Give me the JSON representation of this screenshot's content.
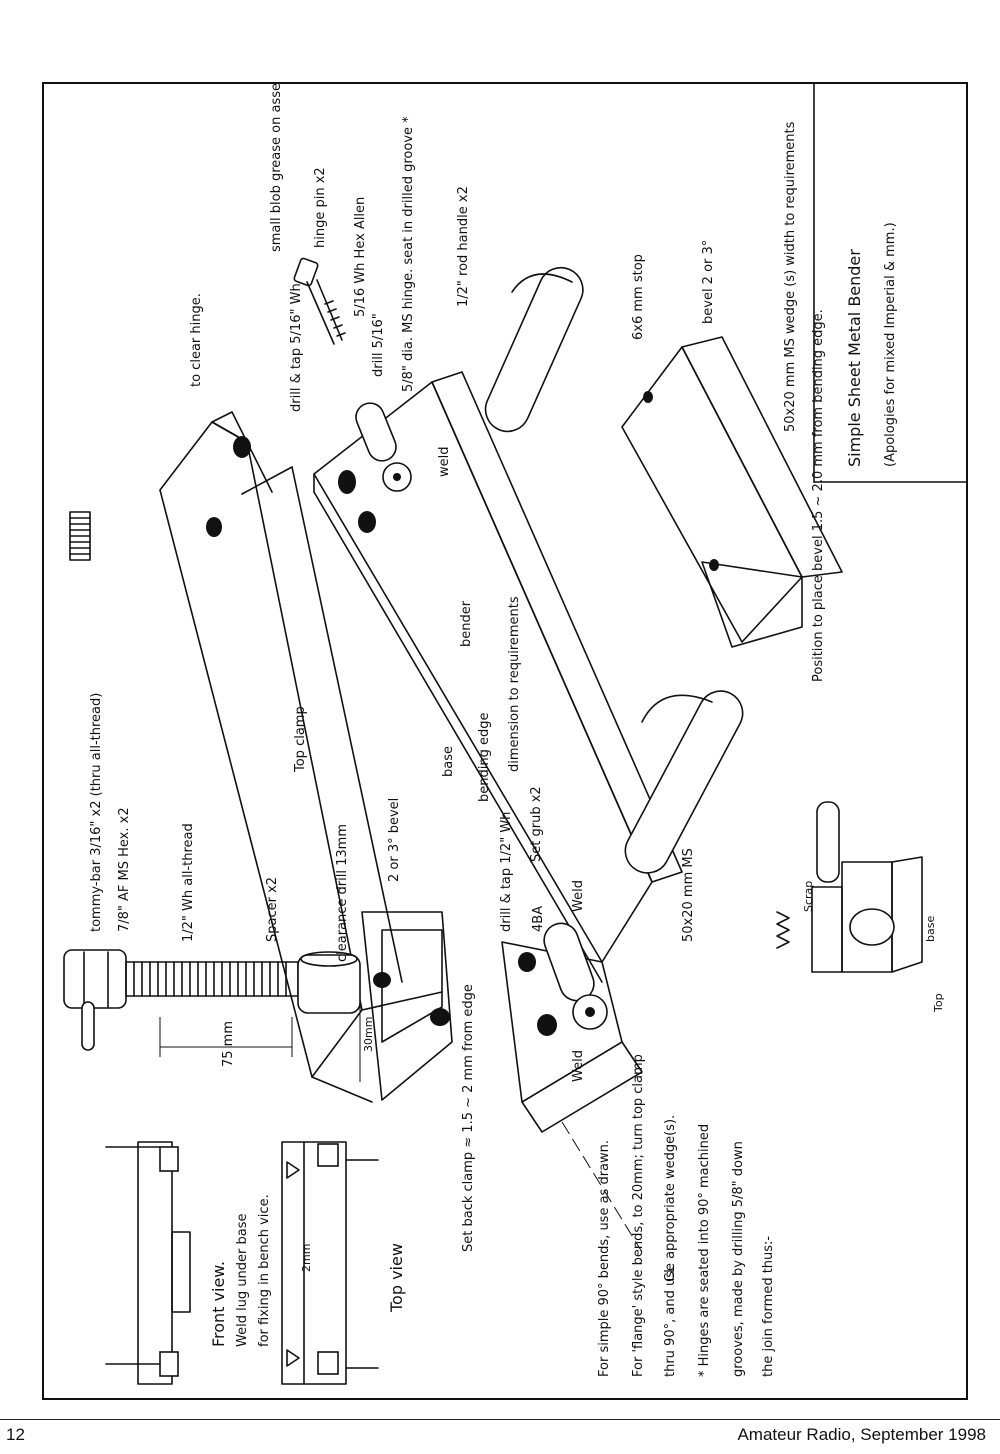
{
  "footer": {
    "page_number": "12",
    "publication": "Amateur Radio, September 1998"
  },
  "diagram": {
    "title_box": {
      "title": "Simple Sheet Metal Bender",
      "subtitle": "(Apologies for mixed Imperial & mm.)"
    },
    "labels": {
      "tommy_bar": "tommy-bar 3/16\" x2 (thru all-thread)",
      "hex": "7/8\" AF MS Hex. x2",
      "all_thread": "1/2\" Wh all-thread",
      "spacer": "Spacer x2",
      "clearance": "clearance drill 13mm",
      "bevel_2or3": "2 or 3° bevel",
      "top_clamp": "Top clamp",
      "base": "base",
      "bending_edge": "bending edge",
      "dimension": "dimension to requirements",
      "bender": "bender",
      "to_clear_hinge": "to clear hinge.",
      "drill_tap_516": "drill & tap 5/16\" Wh",
      "weld_top": "weld",
      "small_blob": "small blob grease on assemble",
      "hinge_pin": "hinge pin x2",
      "hex_allen": "5/16 Wh Hex Allen",
      "drill_516": "drill 5/16\"",
      "dia_hinge": "5/8\" dia. MS hinge. seat in drilled groove *",
      "rod_handle": "1/2\" rod handle x2",
      "stop": "6x6 mm stop",
      "bevel_label": "bevel 2 or 3°",
      "wedge": "50x20 mm MS wedge (s) width to requirements",
      "position_bevel": "Position to place bevel 1.5 ~ 2.0 mm from bending edge.",
      "set_grub": "Set grub x2",
      "drill_tap_12": "drill & tap 1/2\" Wh",
      "ba4": "4BA",
      "weld_left": "Weld",
      "weld_right": "Weld",
      "ms_50x20": "50x20 mm MS",
      "dim_75": "75 mm",
      "dim_30": "30mm",
      "cl": "CL",
      "set_back": "Set back clamp ≈ 1.5 ~ 2 mm from edge",
      "front_view": "Front view.",
      "weld_lug": "Weld lug under base",
      "bench_vice": "for fixing in bench vice.",
      "top_view": "Top view",
      "dim_2mm": "2mm",
      "scrap": "Scrap",
      "top_small": "Top",
      "base_small": "base"
    },
    "notes": [
      "For simple 90° bends, use as drawn.",
      "For 'flange' style bends, to 20mm; turn top clamp",
      "thru 90°, and use appropriate wedge(s).",
      "* Hinges are seated into 90° machined",
      "grooves, made by drilling 5/8\" down",
      "the join formed thus:-"
    ]
  }
}
